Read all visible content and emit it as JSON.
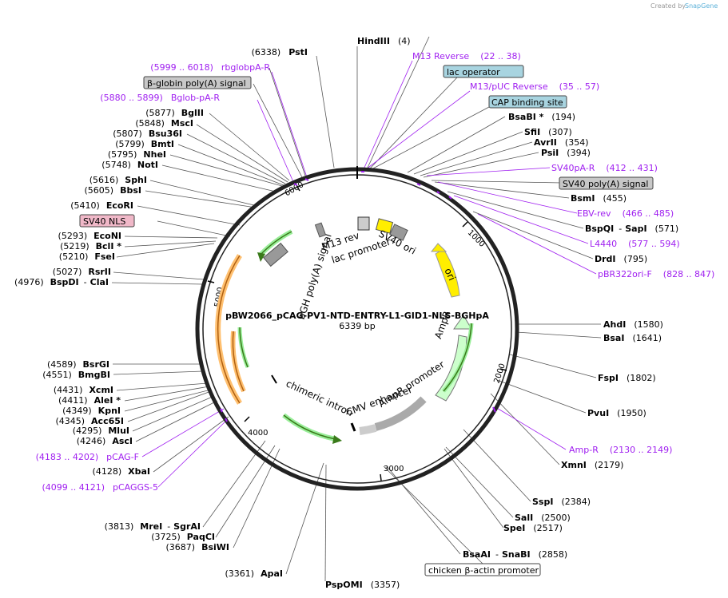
{
  "credit": {
    "prefix": "Created by",
    "brand": "SnapGene"
  },
  "plasmid": {
    "name": "pBW2066_pCAG-PV1-NTD-ENTRY-L1-GID1-NLS-BGHpA",
    "size": "6339 bp"
  },
  "ticks": [
    "1000",
    "2000",
    "3000",
    "4000",
    "5000",
    "6000"
  ],
  "enzymes_right": [
    {
      "name": "HindIII",
      "pos": "(4)"
    },
    {
      "name": "BsaBI *",
      "pos": "(194)"
    },
    {
      "name": "SfiI",
      "pos": "(307)"
    },
    {
      "name": "AvrII",
      "pos": "(354)"
    },
    {
      "name": "PsiI",
      "pos": "(394)"
    },
    {
      "name": "BsmI",
      "pos": "(455)"
    },
    {
      "name": "BspQI",
      "sep": "-",
      "name2": "SapI",
      "pos": "(571)"
    },
    {
      "name": "DrdI",
      "pos": "(795)"
    },
    {
      "name": "AhdI",
      "pos": "(1580)"
    },
    {
      "name": "BsaI",
      "pos": "(1641)"
    },
    {
      "name": "FspI",
      "pos": "(1802)"
    },
    {
      "name": "PvuI",
      "pos": "(1950)"
    },
    {
      "name": "XmnI",
      "pos": "(2179)"
    },
    {
      "name": "SspI",
      "pos": "(2384)"
    },
    {
      "name": "SalI",
      "pos": "(2500)"
    },
    {
      "name": "SpeI",
      "pos": "(2517)"
    },
    {
      "name": "BsaAI",
      "sep": "-",
      "name2": "SnaBI",
      "pos": "(2858)"
    },
    {
      "name": "PspOMI",
      "pos": "(3357)"
    }
  ],
  "enzymes_left": [
    {
      "name": "PstI",
      "pos": "(6338)"
    },
    {
      "name": "BglII",
      "pos": "(5877)"
    },
    {
      "name": "MscI",
      "pos": "(5848)"
    },
    {
      "name": "Bsu36I",
      "pos": "(5807)"
    },
    {
      "name": "BmtI",
      "pos": "(5799)"
    },
    {
      "name": "NheI",
      "pos": "(5795)"
    },
    {
      "name": "NotI",
      "pos": "(5748)"
    },
    {
      "name": "SphI",
      "pos": "(5616)"
    },
    {
      "name": "BbsI",
      "pos": "(5605)"
    },
    {
      "name": "EcoRI",
      "pos": "(5410)"
    },
    {
      "name": "EcoNI",
      "pos": "(5293)"
    },
    {
      "name": "BclI *",
      "pos": "(5219)"
    },
    {
      "name": "FseI",
      "pos": "(5210)"
    },
    {
      "name": "RsrII",
      "pos": "(5027)"
    },
    {
      "name": "BspDI",
      "sep": "-",
      "name2": "ClaI",
      "pos": "(4976)"
    },
    {
      "name": "BsrGI",
      "pos": "(4589)"
    },
    {
      "name": "BmgBI",
      "pos": "(4551)"
    },
    {
      "name": "XcmI",
      "pos": "(4431)"
    },
    {
      "name": "AleI *",
      "pos": "(4411)"
    },
    {
      "name": "KpnI",
      "pos": "(4349)"
    },
    {
      "name": "Acc65I",
      "pos": "(4345)"
    },
    {
      "name": "MluI",
      "pos": "(4295)"
    },
    {
      "name": "AscI",
      "pos": "(4246)"
    },
    {
      "name": "XbaI",
      "pos": "(4128)"
    },
    {
      "name": "MreI",
      "sep": "-",
      "name2": "SgrAI",
      "pos": "(3813)"
    },
    {
      "name": "PaqCI",
      "pos": "(3725)"
    },
    {
      "name": "BsiWI",
      "pos": "(3687)"
    },
    {
      "name": "ApaI",
      "pos": "(3361)"
    }
  ],
  "primers": [
    {
      "name": "M13 Reverse",
      "range": "(22 .. 38)"
    },
    {
      "name": "M13/pUC Reverse",
      "range": "(35 .. 57)"
    },
    {
      "name": "SV40pA-R",
      "range": "(412 .. 431)"
    },
    {
      "name": "EBV-rev",
      "range": "(466 .. 485)"
    },
    {
      "name": "L4440",
      "range": "(577 .. 594)"
    },
    {
      "name": "pBR322ori-F",
      "range": "(828 .. 847)"
    },
    {
      "name": "Amp-R",
      "range": "(2130 .. 2149)"
    },
    {
      "name": "rbglobpA-R",
      "range": "(5999 .. 6018)"
    },
    {
      "name": "Bglob-pA-R",
      "range": "(5880 .. 5899)"
    },
    {
      "name": "pCAG-F",
      "range": "(4183 .. 4202)"
    },
    {
      "name": "pCAGGS-5",
      "range": "(4099 .. 4121)"
    }
  ],
  "boxed_features": [
    {
      "name": "lac operator",
      "color": "#a8d4e0"
    },
    {
      "name": "CAP binding site",
      "color": "#a8d4e0"
    },
    {
      "name": "SV40 poly(A) signal",
      "color": "#c8c8c8"
    },
    {
      "name": "β-globin poly(A) signal",
      "color": "#c8c8c8"
    },
    {
      "name": "SV40 NLS",
      "color": "#f0b8c8"
    },
    {
      "name": "chicken β-actin promoter",
      "color": "#ffffff"
    }
  ],
  "inner_features": [
    "M13 rev",
    "lac promoter",
    "SV40 ori",
    "ori",
    "AmpR",
    "AmpR promoter",
    "CMV enhancer",
    "chimeric intron",
    "bGH poly(A) signal"
  ],
  "colors": {
    "ori": "#ffee00",
    "ampr": "#ccffcc",
    "intron": "#99ee99",
    "orange": "#ffc070",
    "grey": "#999999",
    "primer": "#a020f0",
    "backbone": "#222222"
  }
}
